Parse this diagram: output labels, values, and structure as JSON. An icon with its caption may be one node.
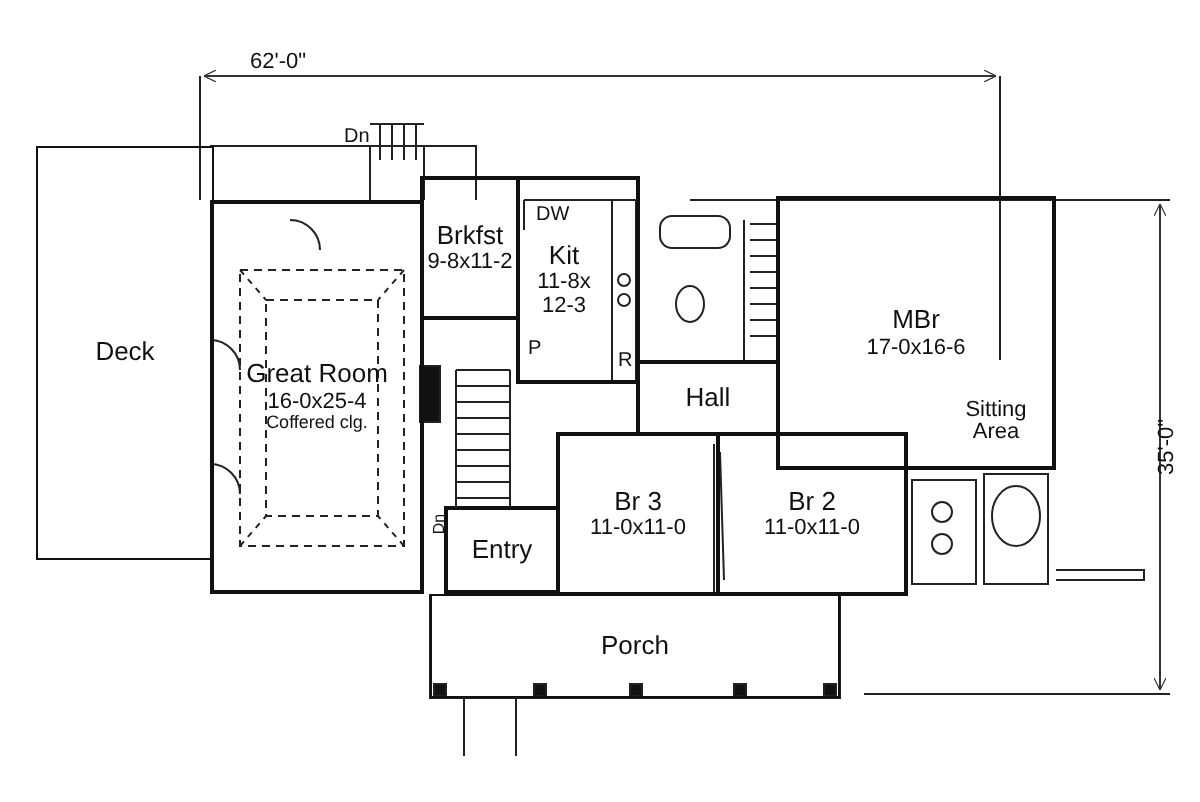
{
  "diagram": {
    "nodes": [
      {
        "text": [
          "Deck"
        ]
      },
      {
        "text": [
          "Great Room",
          "16-0x25-4",
          "Coffered clg."
        ]
      },
      {
        "text": [
          "Brkfst",
          "9-8x11-2"
        ]
      },
      {
        "text": [
          "Kit",
          "11-8x 12-3"
        ]
      },
      {
        "text": [
          "MBr",
          "17-0x16-6"
        ]
      },
      {
        "text": [
          "Hall"
        ]
      },
      {
        "text": [
          "Br 3",
          "11-0x11-0"
        ]
      },
      {
        "text": [
          "Br 2",
          "11-0x11-0"
        ]
      },
      {
        "text": [
          "Entry"
        ]
      },
      {
        "text": [
          "Porch"
        ]
      }
    ],
    "edges": [],
    "labels": [
      "62'-0\"",
      "Dn",
      "DW",
      "P",
      "R",
      "Sitting Area",
      "Dn",
      "35'-0\""
    ]
  }
}
